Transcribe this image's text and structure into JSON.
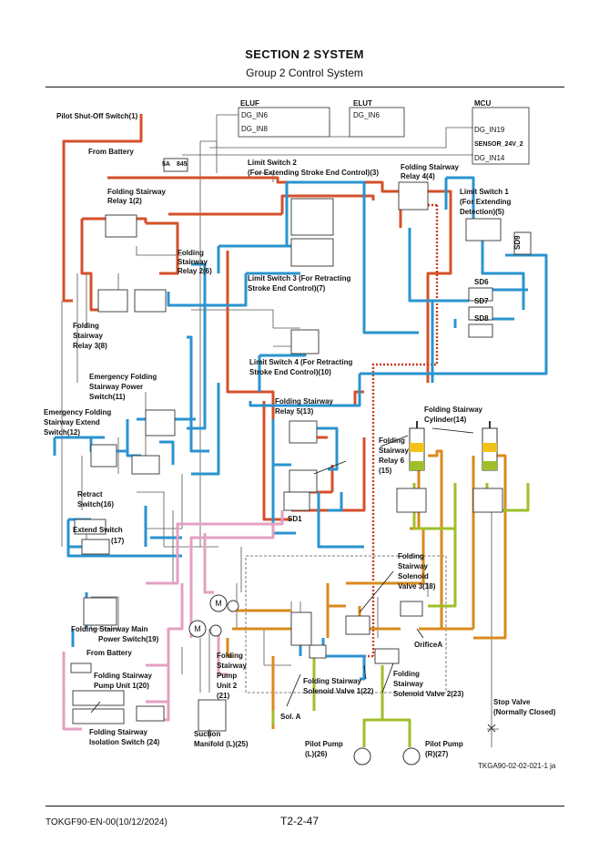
{
  "header": {
    "section_title": "SECTION 2 SYSTEM",
    "group_title": "Group 2 Control System"
  },
  "controllers": {
    "eluf": {
      "name": "ELUF",
      "inputs": [
        "DG_IN6",
        "DG_IN8"
      ]
    },
    "elut": {
      "name": "ELUT",
      "inputs": [
        "DG_IN6"
      ]
    },
    "mcu": {
      "name": "MCU",
      "inputs": [
        "DG_IN19",
        "SENSOR_24V_2",
        "DG_IN14"
      ]
    }
  },
  "labels": {
    "pilot_shutoff": "Pilot Shut-Off Switch(1)",
    "from_battery_top": "From Battery",
    "fuse_rating": "5A",
    "fuse_code": "845",
    "relay1": [
      "Folding Stairway",
      "Relay 1(2)"
    ],
    "relay2": [
      "Folding",
      "Stairway",
      "Relay 2(6)"
    ],
    "relay3": [
      "Folding",
      "Stairway",
      "Relay 3(8)"
    ],
    "relay4": [
      "Folding Stairway",
      "Relay 4(4)"
    ],
    "relay5": [
      "Folding Stairway",
      "Relay 5(13)"
    ],
    "relay6": [
      "Folding",
      "Stairway",
      "Relay 6",
      "(15)"
    ],
    "limit_switch1": [
      "Limit Switch 1",
      "(For Extending",
      "Detection)(5)"
    ],
    "limit_switch2": [
      "Limit Switch 2",
      "(For Extending Stroke End Control)(3)"
    ],
    "limit_switch3": [
      "Limit Switch 3 (For Retracting",
      "Stroke End Control)(7)"
    ],
    "limit_switch4": [
      "Limit Switch 4 (For Retracting",
      "Stroke End Control)(10)"
    ],
    "sd9": "SD9",
    "sd6": "SD6",
    "sd7": "SD7",
    "sd8": "SD8",
    "sd1": "SD1",
    "emergency_power": [
      "Emergency Folding",
      "Stairway Power",
      "Switch(11)"
    ],
    "emergency_extend": [
      "Emergency Folding",
      "Stairway Extend",
      "Switch(12)"
    ],
    "retract_switch": [
      "Retract",
      "Switch(16)"
    ],
    "extend_switch": [
      "Extend Switch",
      "(17)"
    ],
    "cylinder": [
      "Folding Stairway",
      "Cylinder(14)"
    ],
    "solenoid3": [
      "Folding",
      "Stairway",
      "Solenoid",
      "Valve 3(18)"
    ],
    "orifice": "OrificeA",
    "solenoid1": [
      "Folding Stairway",
      "Solenoid Valve 1(22)"
    ],
    "solenoid2": [
      "Folding",
      "Stairway",
      "Solenoid Valve 2(23)"
    ],
    "main_power": "Folding Stairway Main",
    "main_power2": "Power Switch(19)",
    "from_battery_bottom": "From Battery",
    "pump_unit1": [
      "Folding Stairway",
      "Pump Unit 1(20)"
    ],
    "pump_unit2": [
      "Folding",
      "Stairway",
      "Pump",
      "Unit 2",
      "(21)"
    ],
    "isolation_switch": [
      "Folding Stairway",
      "Isolation Switch (24)"
    ],
    "suction_manifold": [
      "Suction",
      "Manifold (L)(25)"
    ],
    "sol_a": "Sol. A",
    "pilot_pump_l": [
      "Pilot Pump",
      "(L)(26)"
    ],
    "pilot_pump_r": [
      "Pilot Pump",
      "(R)(27)"
    ],
    "stop_valve": [
      "Stop Valve",
      "(Normally Closed)"
    ],
    "figure_code": "TKGA90-02-02-021-1 ja"
  },
  "footer": {
    "doc_code": "TOKGF90-EN-00(10/12/2024)",
    "page_number": "T2-2-47"
  },
  "colors": {
    "power_line": "#d4502a",
    "signal_line": "#2a93cf",
    "pilot_line": "#9fbf2a",
    "hydraulic_line": "#d98a1f",
    "ground_line": "#e4a0c0",
    "dotted_line": "#cc3b22",
    "thin_wire": "#444444"
  }
}
